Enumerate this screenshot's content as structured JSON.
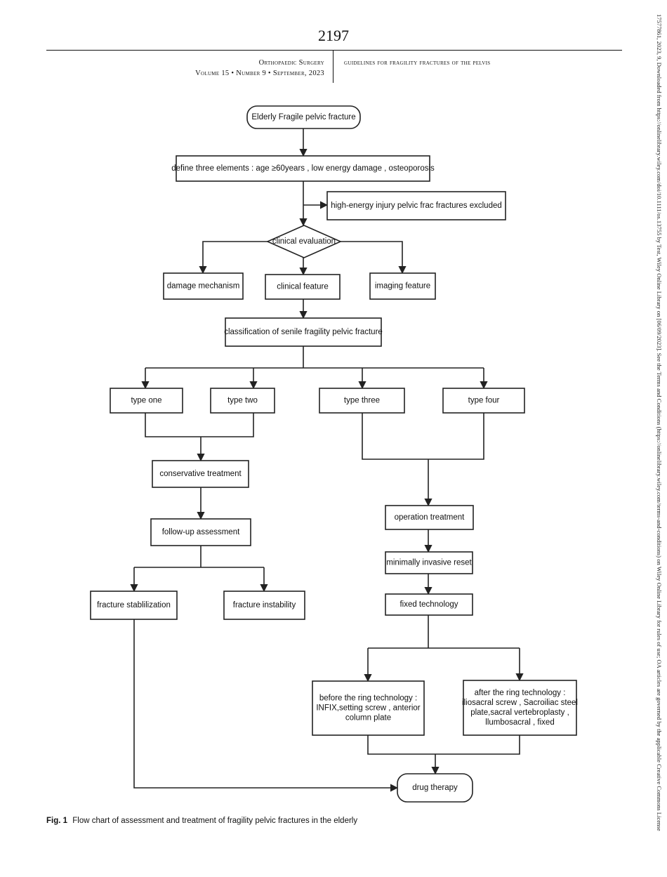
{
  "header": {
    "page_number": "2197",
    "journal_line1": "Orthopaedic Surgery",
    "journal_line2": "Volume 15 • Number 9 • September, 2023",
    "running_title": "guidelines for fragility fractures of the pelvis"
  },
  "side_note": "17577861, 2023, 9, Downloaded from https://onlinelibrary.wiley.com/doi/10.1111/os.13755 by Test, Wiley Online Library on [06/09/2023]. See the Terms and Conditions (https://onlinelibrary.wiley.com/terms-and-conditions) on Wiley Online Library for rules of use; OA articles are governed by the applicable Creative Commons License",
  "flowchart": {
    "nodes": [
      {
        "id": "elderly",
        "shape": "rounded",
        "lines": [
          "Elderly Fragile pelvic fracture"
        ]
      },
      {
        "id": "define",
        "shape": "rect",
        "lines": [
          "define three elements : age ≥60years , low energy damage , osteoporosis"
        ]
      },
      {
        "id": "excluded",
        "shape": "rect",
        "lines": [
          "high-energy injury pelvic frac fractures excluded"
        ]
      },
      {
        "id": "clinical-eval",
        "shape": "diamond",
        "lines": [
          "clinical evaluation"
        ]
      },
      {
        "id": "damage",
        "shape": "rect",
        "lines": [
          "damage mechanism"
        ]
      },
      {
        "id": "clinical-feature",
        "shape": "rect",
        "lines": [
          "clinical feature"
        ]
      },
      {
        "id": "imaging",
        "shape": "rect",
        "lines": [
          "imaging feature"
        ]
      },
      {
        "id": "classification",
        "shape": "rect",
        "lines": [
          "classification of senile fragility pelvic fracture"
        ]
      },
      {
        "id": "type-one",
        "shape": "rect",
        "lines": [
          "type one"
        ]
      },
      {
        "id": "type-two",
        "shape": "rect",
        "lines": [
          "type two"
        ]
      },
      {
        "id": "type-three",
        "shape": "rect",
        "lines": [
          "type three"
        ]
      },
      {
        "id": "type-four",
        "shape": "rect",
        "lines": [
          "type four"
        ]
      },
      {
        "id": "conservative",
        "shape": "rect",
        "lines": [
          "conservative treatment"
        ]
      },
      {
        "id": "followup",
        "shape": "rect",
        "lines": [
          "follow-up assessment"
        ]
      },
      {
        "id": "stabilization",
        "shape": "rect",
        "lines": [
          "fracture stablilization"
        ]
      },
      {
        "id": "instability",
        "shape": "rect",
        "lines": [
          "fracture instability"
        ]
      },
      {
        "id": "operation",
        "shape": "rect",
        "lines": [
          "operation treatment"
        ]
      },
      {
        "id": "reset",
        "shape": "rect",
        "lines": [
          "minimally invasive reset"
        ]
      },
      {
        "id": "fixed",
        "shape": "rect",
        "lines": [
          "fixed technology"
        ]
      },
      {
        "id": "before-ring",
        "shape": "rect",
        "lines": [
          "before the ring technology :",
          "INFIX,setting screw , anterior",
          "column plate"
        ]
      },
      {
        "id": "after-ring",
        "shape": "rect",
        "lines": [
          "after the ring technology :",
          "iliosacral screw , Sacroiliac steel",
          "plate,sacral vertebroplasty ,",
          "llumbosacral , fixed"
        ]
      },
      {
        "id": "drug",
        "shape": "rounded",
        "lines": [
          "drug therapy"
        ]
      }
    ]
  },
  "caption": {
    "label": "Fig. 1",
    "text": "Flow chart of assessment and treatment of fragility pelvic fractures in the elderly"
  }
}
